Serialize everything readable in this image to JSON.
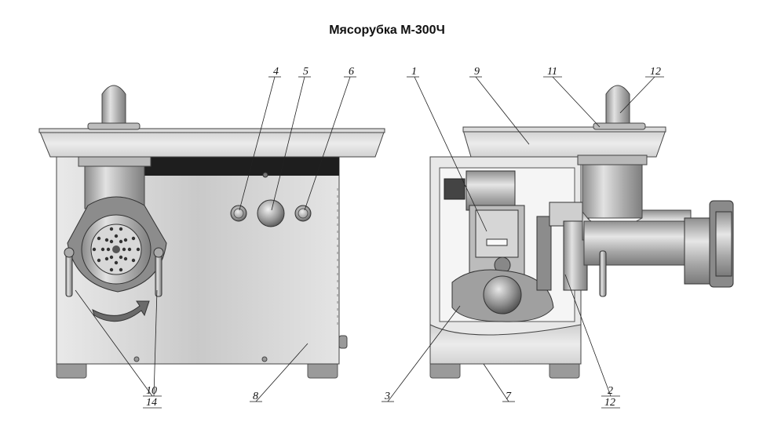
{
  "title": "Мясорубка М-300Ч",
  "callouts": {
    "c1": "1",
    "c2": "2",
    "c3": "3",
    "c4": "4",
    "c5": "5",
    "c6": "6",
    "c7": "7",
    "c8": "8",
    "c9": "9",
    "c10": "10",
    "c11": "11",
    "c12a": "12",
    "c12b": "12",
    "c14": "14"
  }
}
